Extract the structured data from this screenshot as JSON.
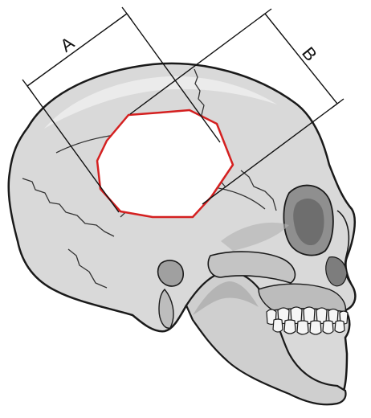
{
  "figure": {
    "subject": "skull-lateral-view",
    "colors": {
      "background": "#ffffff",
      "bone_fill": "#d9d9d9",
      "bone_highlight": "#f2f2f2",
      "bone_shadow": "#9a9a9a",
      "outline": "#1a1a1a",
      "defect_outline": "#d42020",
      "defect_fill": "#ffffff",
      "dimension_line": "#111111"
    },
    "dimensions": [
      {
        "label": "A"
      },
      {
        "label": "B"
      }
    ]
  }
}
